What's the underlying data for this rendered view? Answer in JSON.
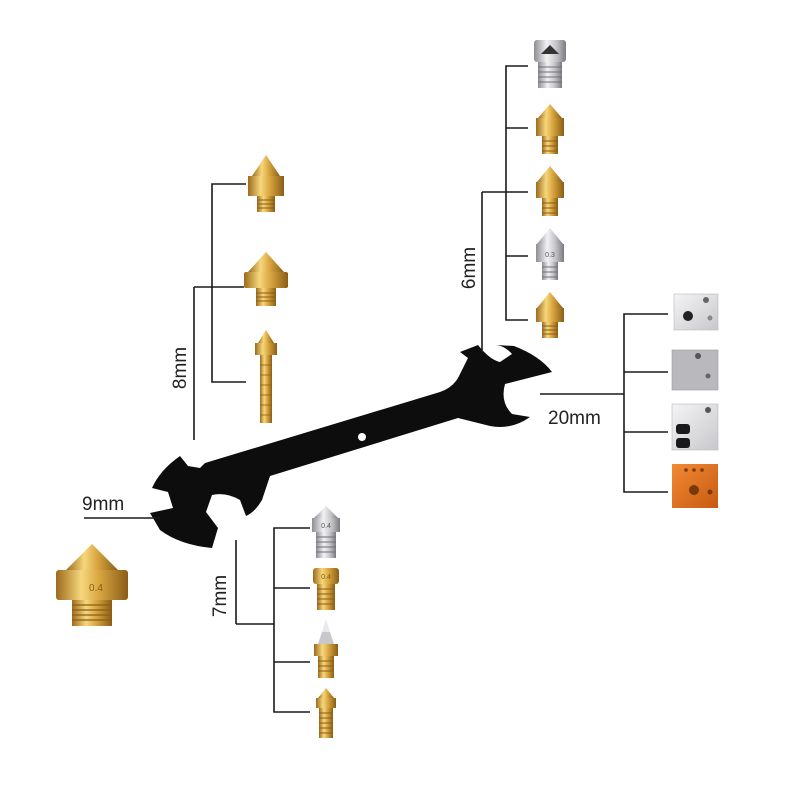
{
  "labels": {
    "wrench_8mm": "8mm",
    "wrench_6mm": "6mm",
    "wrench_20mm": "20mm",
    "wrench_9mm": "9mm",
    "wrench_7mm": "7mm"
  },
  "nozzle_markings": {
    "large_9mm_nozzle": "0.4",
    "steel_7mm_nozzle": "0.4",
    "brass_7mm_nozzle": "0.4",
    "steel_6mm_nozzle": "0.3"
  },
  "colors": {
    "wrench": "#0d0d0d",
    "brass": "#d9a640",
    "steel": "#c4c4c8",
    "aluminum": "#e4e4e6",
    "orange_block": "#e8731e",
    "line": "#1a1a1a"
  }
}
